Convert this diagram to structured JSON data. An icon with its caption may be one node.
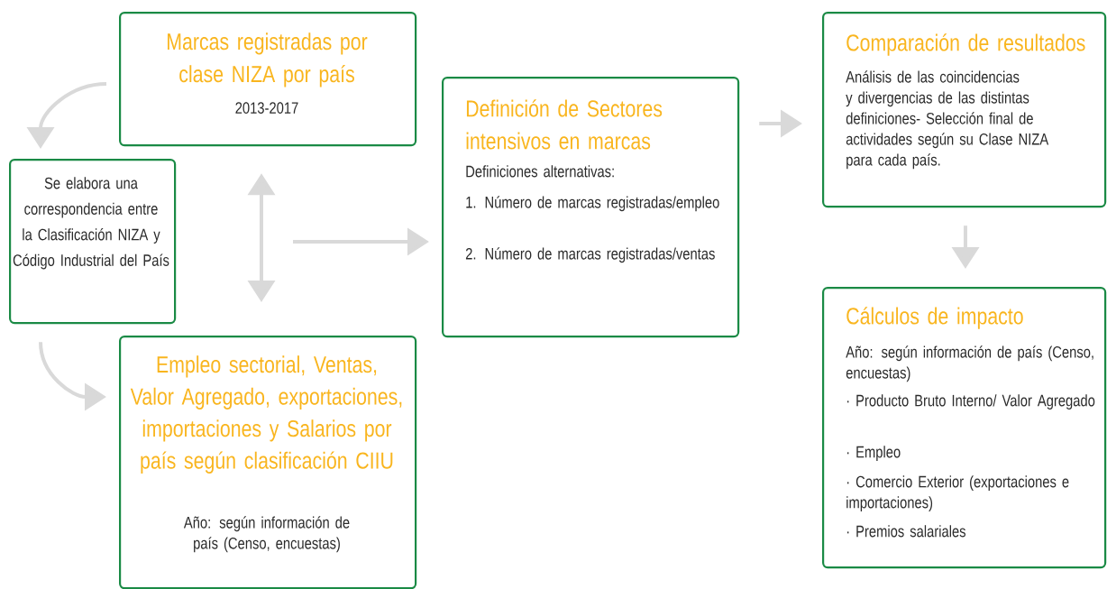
{
  "diagram": {
    "nodes": [
      {
        "text": [
          "Marcas registradas por clase NIZA por país",
          "2013-2017"
        ]
      },
      {
        "text": [
          "Se elabora una correspondencia entre la Clasificación NIZA y Código Industrial del País"
        ]
      },
      {
        "text": [
          "Empleo sectorial, Ventas, Valor Agregado, exportaciones, importaciones y Salarios por país según clasificación CIIU",
          "Año: según información de país (Censo, encuestas)"
        ]
      },
      {
        "text": [
          "Definición de Sectores intensivos en marcas",
          "Definiciones alternativas:",
          "1. Número de marcas registradas/empleo",
          "2. Número de marcas registradas/ventas"
        ]
      },
      {
        "text": [
          "Comparación de resultados",
          "Análisis de las coincidencias y divergencias de las distintas definiciones- Selección final de actividades según su Clase NIZA para cada país."
        ]
      },
      {
        "text": [
          "Cálculos de impacto",
          "Año: según información de país (Censo, encuestas)",
          "· Producto Bruto Interno/ Valor Agregado",
          "· Empleo",
          "· Comercio Exterior (exportaciones e importaciones)",
          "· Premios salariales"
        ]
      }
    ],
    "edges": [
      {
        "from": 0,
        "to": 1,
        "arrow": "to"
      },
      {
        "from": 1,
        "to": 2,
        "arrow": "to"
      },
      {
        "from": 0,
        "to": 2,
        "arrow": "both"
      },
      {
        "from": null,
        "to": 3,
        "arrow": "to"
      },
      {
        "from": 3,
        "to": 4,
        "arrow": "to"
      },
      {
        "from": 4,
        "to": 5,
        "arrow": "to"
      }
    ]
  }
}
